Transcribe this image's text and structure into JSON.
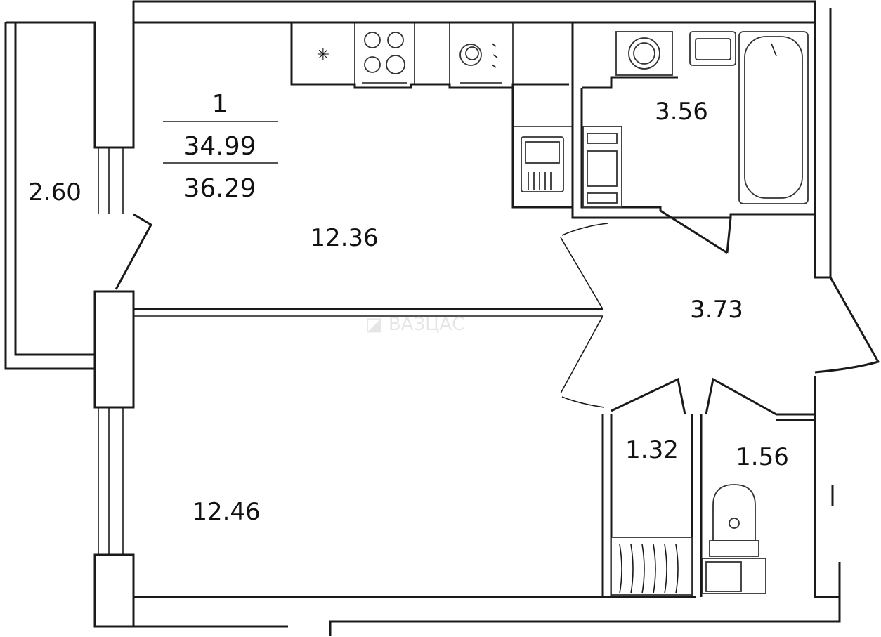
{
  "summary": {
    "rooms_count": "1",
    "living_area": "34.99",
    "total_area": "36.29"
  },
  "rooms": {
    "balcony": "2.60",
    "kitchen": "12.36",
    "bedroom": "12.46",
    "bathroom": "3.56",
    "hallway": "3.73",
    "closet": "1.32",
    "toilet": "1.56"
  },
  "colors": {
    "wall": "#1a1a1a",
    "text": "#111111",
    "background": "#ffffff"
  },
  "icons": [
    "fridge-icon",
    "cooktop-icon",
    "dishwasher-icon",
    "sink-icon",
    "washing-machine-icon",
    "washbasin-icon",
    "bathtub-icon",
    "cabinet-icon",
    "toilet-icon",
    "wardrobe-icon"
  ]
}
